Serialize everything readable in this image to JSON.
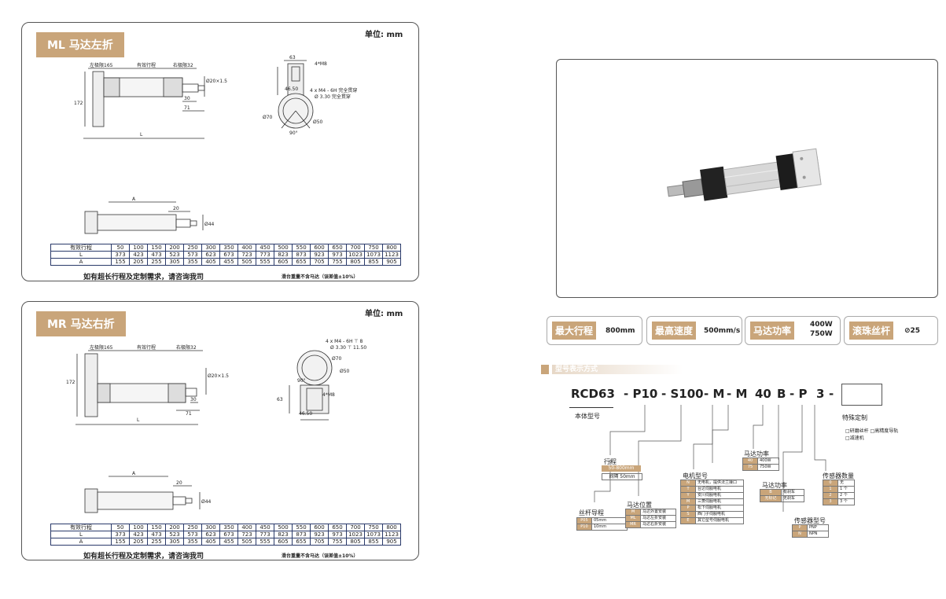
{
  "colors": {
    "accent": "#c9a57a",
    "line": "#333333",
    "table_border": "#2a3a6a"
  },
  "ml_panel": {
    "title": "ML 马达左折",
    "unit": "单位: mm",
    "labels": {
      "left_limit": "左极限165",
      "stroke": "有效行程",
      "right_limit": "右极限32",
      "h172": "172",
      "L": "L",
      "d20": "Ø20×1.5",
      "d30": "30",
      "d71": "71",
      "m8": "4*M8",
      "d63": "63",
      "d4650": "46.50",
      "holes1": "4 x  M4 - 6H 完全贯穿",
      "holes2": "Ø 3.30 完全贯穿",
      "d70": "Ø70",
      "d50": "Ø50",
      "a90": "90°",
      "A": "A",
      "d20b": "20",
      "d44": "Ø44"
    }
  },
  "mr_panel": {
    "title": "MR 马达右折",
    "unit": "单位: mm",
    "labels": {
      "left_limit": "左极限165",
      "stroke": "有效行程",
      "right_limit": "右极限32",
      "h172": "172",
      "L": "L",
      "d20": "Ø20×1.5",
      "d30": "30",
      "d71": "71",
      "holes1": "4 x  M4 - 6H ⊤ 8",
      "holes2": "Ø 3.30 ⊤ 11.50",
      "d70": "Ø70",
      "d50": "Ø50",
      "a90": "90°",
      "m8": "4*M8",
      "d63": "63",
      "d4650": "46.50",
      "A": "A",
      "d20b": "20",
      "d44": "Ø44"
    }
  },
  "spec_table": {
    "rows": [
      [
        "有效行程",
        "50",
        "100",
        "150",
        "200",
        "250",
        "300",
        "350",
        "400",
        "450",
        "500",
        "550",
        "600",
        "650",
        "700",
        "750",
        "800"
      ],
      [
        "L",
        "373",
        "423",
        "473",
        "523",
        "573",
        "623",
        "673",
        "723",
        "773",
        "823",
        "873",
        "923",
        "973",
        "1023",
        "1073",
        "1123"
      ],
      [
        "A",
        "155",
        "205",
        "255",
        "305",
        "355",
        "405",
        "455",
        "505",
        "555",
        "605",
        "655",
        "705",
        "755",
        "805",
        "855",
        "905"
      ]
    ]
  },
  "footnote": "如有超长行程及定制需求，请咨询我司",
  "footnote_small": "滑台重量不含马达（误差值±10%）",
  "specs": [
    {
      "label": "最大行程",
      "value": "800mm"
    },
    {
      "label": "最高速度",
      "value": "500mm/s"
    },
    {
      "label": "马达功率",
      "value1": "400W",
      "value2": "750W"
    },
    {
      "label": "滚珠丝杆",
      "value": "⊘25"
    }
  ],
  "model": {
    "section_title": "型号表示方式",
    "code_parts": [
      "RCD63",
      "- P10",
      "- S100",
      "- M",
      "- M",
      "40",
      "B",
      "- P",
      "3",
      "-"
    ],
    "base_label": "本体型号",
    "custom_label": "特殊定制",
    "custom_opts": "□研磨丝杆  □高精度导轨",
    "custom_opts2": "□减速机",
    "stroke": {
      "title": "行程",
      "range": "50-800mm",
      "step": "间隔 50mm"
    },
    "lead": {
      "title": "丝杆导程",
      "items": [
        [
          "P05",
          "05mm"
        ],
        [
          "P10",
          "10mm"
        ]
      ]
    },
    "motor_pos": {
      "title": "马达位置",
      "items": [
        [
          "M",
          "马达外置安装"
        ],
        [
          "ML",
          "马达左折安装"
        ],
        [
          "MR",
          "马达右折安装"
        ]
      ]
    },
    "motor_type": {
      "title": "电机型号",
      "items": [
        [
          "N",
          "无电机，提供法兰接口"
        ],
        [
          "T",
          "台达伺服电机"
        ],
        [
          "Y",
          "安川伺服电机"
        ],
        [
          "M",
          "三菱伺服电机"
        ],
        [
          "P",
          "松下伺服电机"
        ],
        [
          "S",
          "西门子伺服电机"
        ],
        [
          "E",
          "其它型号伺服电机"
        ]
      ]
    },
    "power": {
      "title": "马达功率",
      "items": [
        [
          "40",
          "400W"
        ],
        [
          "75",
          "750W"
        ]
      ]
    },
    "brake": {
      "title": "马达功率",
      "items": [
        [
          "B",
          "有刹车"
        ],
        [
          "无标记",
          "无刹车"
        ]
      ]
    },
    "sensor_type": {
      "title": "传感器型号",
      "items": [
        [
          "P",
          "PNP"
        ],
        [
          "N",
          "NPN"
        ]
      ]
    },
    "sensor_qty": {
      "title": "传感器数量",
      "items": [
        [
          "0",
          "无"
        ],
        [
          "1",
          "1 个"
        ],
        [
          "2",
          "2 个"
        ],
        [
          "3",
          "3 个"
        ]
      ]
    }
  }
}
